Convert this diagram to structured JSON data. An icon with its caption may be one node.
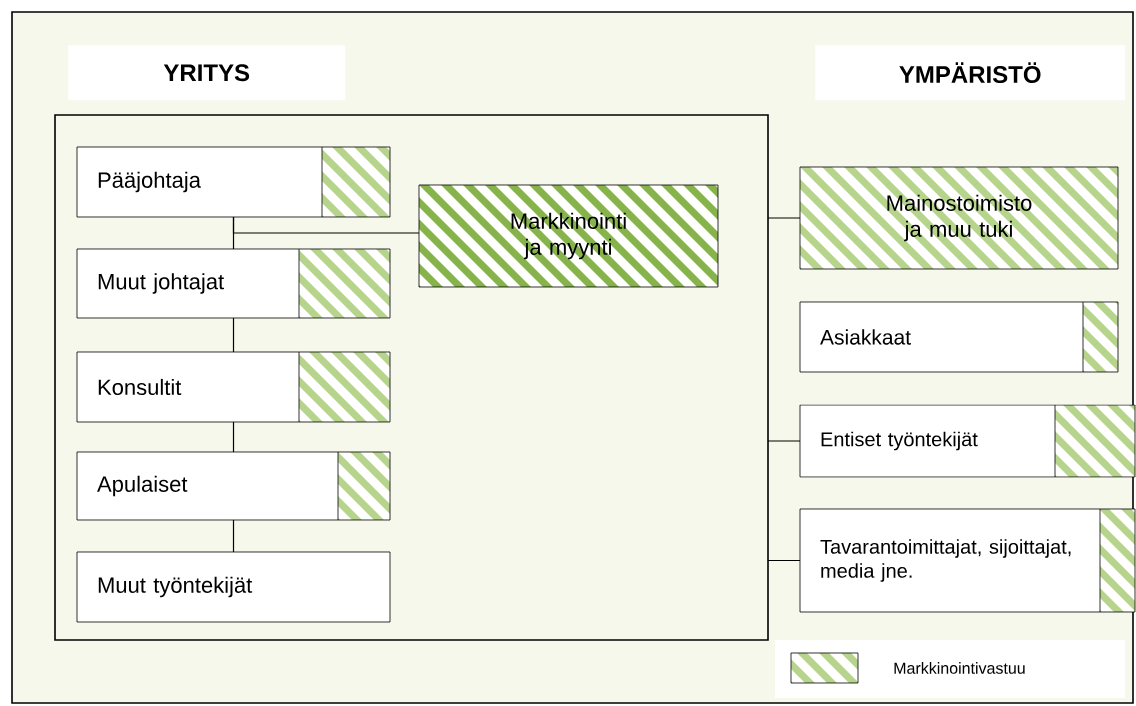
{
  "diagram": {
    "nodes": [
      {
        "text": [
          "YRITYS"
        ]
      },
      {
        "text": [
          "Pääjohtaja"
        ],
        "in": 0
      },
      {
        "text": [
          "Muut johtajat"
        ],
        "in": 0
      },
      {
        "text": [
          "Konsultit"
        ],
        "in": 0
      },
      {
        "text": [
          "Apulaiset"
        ],
        "in": 0
      },
      {
        "text": [
          "Muut työntekijät"
        ],
        "in": 0
      },
      {
        "text": [
          "Markkinointi ja myynti"
        ],
        "in": 0
      },
      {
        "text": [
          "Mainostoimisto ja muu tuki"
        ]
      },
      {
        "text": [
          "Asiakkaat"
        ]
      },
      {
        "text": [
          "Entiset työntekijät"
        ]
      },
      {
        "text": [
          "Tavarantoimittajat, sijoittajat, media jne."
        ]
      }
    ],
    "edges": [
      {
        "from": 1,
        "to": 2,
        "arrow": "none"
      },
      {
        "from": 2,
        "to": 3,
        "arrow": "none"
      },
      {
        "from": 3,
        "to": 4,
        "arrow": "none"
      },
      {
        "from": 4,
        "to": 5,
        "arrow": "none"
      },
      {
        "from": 1,
        "to": 6,
        "arrow": "none"
      },
      {
        "from": 0,
        "to": 7,
        "arrow": "none"
      },
      {
        "from": 0,
        "to": 9,
        "arrow": "none"
      },
      {
        "from": 0,
        "to": 10,
        "arrow": "none"
      }
    ],
    "labels": [
      "YMPÄRISTÖ"
    ],
    "legend": [
      {
        "text": "Markkinointivastuu"
      }
    ]
  }
}
